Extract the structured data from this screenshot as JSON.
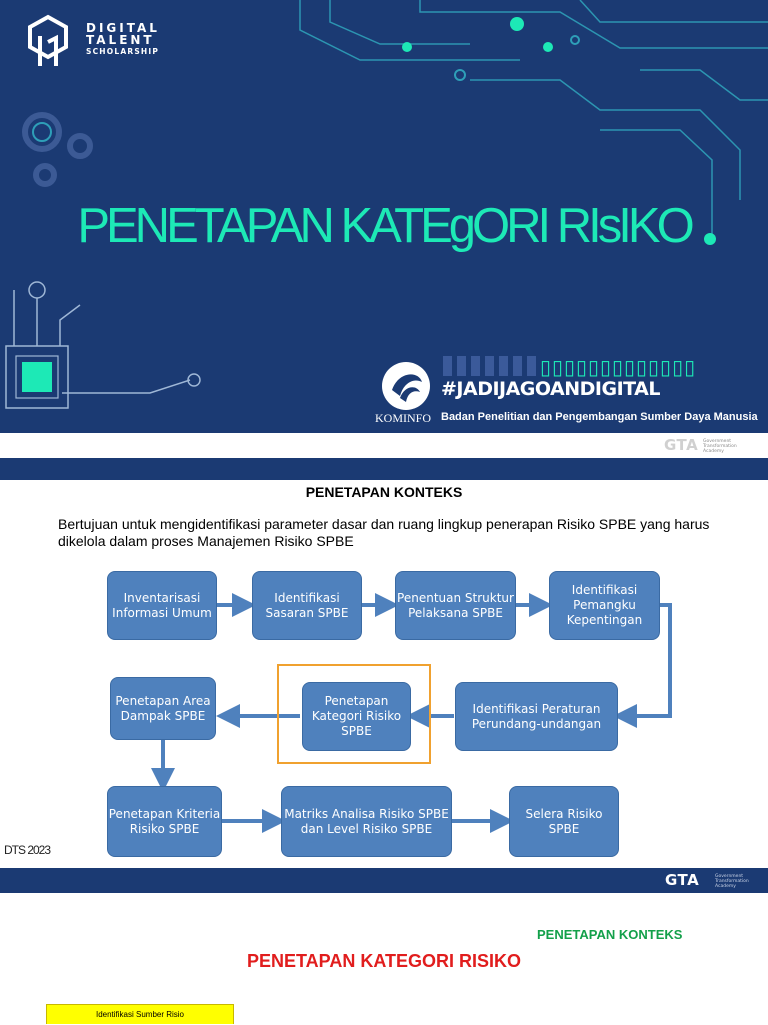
{
  "slide1": {
    "brand": {
      "line1": "DIGITAL",
      "line2": "TALENT",
      "line3": "SCHOLARSHIP"
    },
    "title": "PENETAPAN KATEgORI RIsIKO",
    "hashtag": "#JADIJAGOANDIGITAL",
    "org_logo_label": "KOMINFO",
    "agency": "Badan Penelitian dan Pengembangan Sumber Daya Manusia",
    "decor_boxes": "▯▯▯▯▯▯▯▯▯▯▯▯▯"
  },
  "gta_logo_text": "GTA",
  "gta_tagline": [
    "Government",
    "Transformation",
    "Academy"
  ],
  "slide2": {
    "heading": "PENETAPAN KONTEKS",
    "description": "Bertujuan untuk mengidentifikasi parameter dasar dan ruang lingkup penerapan Risiko SPBE yang harus dikelola dalam proses Manajemen Risiko SPBE",
    "flow": {
      "n1": "Inventarisasi Informasi Umum",
      "n2": "Identifikasi Sasaran SPBE",
      "n3": "Penentuan Struktur Pelaksana SPBE",
      "n4": "Identifikasi Pemangku Kepentingan",
      "n5": "Identifikasi Peraturan Perundang-undangan",
      "n6": "Penetapan Kategori Risiko SPBE",
      "n7": "Penetapan Area Dampak SPBE",
      "n8": "Penetapan Kriteria Risiko SPBE",
      "n9": "Matriks Analisa Risiko SPBE dan Level Risiko SPBE",
      "n10": "Selera Risiko SPBE"
    },
    "footer_label": "DTS 2023"
  },
  "slide3": {
    "section_label": "PENETAPAN KONTEKS",
    "title": "PENETAPAN KATEGORI RISIKO",
    "source_box": "Identifikasi Sumber Risio"
  },
  "colors": {
    "navy": "#1b3a73",
    "accent_teal": "#1de9b6",
    "node_blue": "#4f81bd",
    "highlight_orange": "#f0a12f",
    "label_green": "#13a04a",
    "title_red": "#e11d1d",
    "source_yellow": "#ffff00"
  }
}
